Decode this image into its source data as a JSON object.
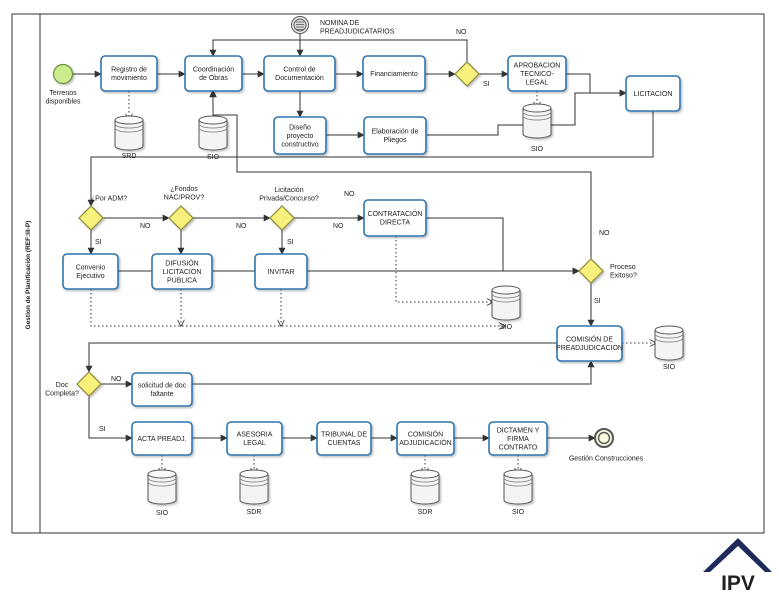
{
  "pool": {
    "lane_title": "Gestion de Planificación (REF:III-P)"
  },
  "events": {
    "start": {
      "label": [
        "Terrenos",
        "disponibles"
      ]
    },
    "message": {
      "label": [
        "NOMINA DE",
        "PREADJUDICATARIOS"
      ]
    },
    "end": {
      "label": [
        "Gestión Construcciones"
      ]
    }
  },
  "tasks": {
    "registro": [
      "Registro de",
      "movimiento"
    ],
    "coordinacion": [
      "Coordinación",
      "de Obras"
    ],
    "control": [
      "Control de",
      "Documentación"
    ],
    "financiamiento": [
      "Financiamiento"
    ],
    "aprobacion": [
      "APROBACION",
      "TECNICO-",
      "LEGAL"
    ],
    "licitacion": [
      "LICITACION"
    ],
    "diseno": [
      "Diseño",
      "proyecto",
      "constructivo"
    ],
    "elaboracion": [
      "Elaboración de",
      "Pliegos"
    ],
    "contratacion": [
      "CONTRATACIÓN",
      "DIRECTA"
    ],
    "convenio": [
      "Convenio",
      "Ejecutivo"
    ],
    "difusion": [
      "DIFUSIÓN",
      "LICITACION",
      "PÚBLICA"
    ],
    "invitar": [
      "INVITAR"
    ],
    "comision_pre": [
      "COMISIÓN DE",
      "PREADJUDICACION"
    ],
    "solicitud": [
      "solicitud de doc",
      "faltante"
    ],
    "acta": [
      "ACTA PREADJ."
    ],
    "asesoria": [
      "ASESORIA",
      "LEGAL"
    ],
    "tribunal": [
      "TRIBUNAL DE",
      "CUENTAS"
    ],
    "comision_adj": [
      "COMISIÓN",
      "ADJUDICACIÓN"
    ],
    "dictamen": [
      "DICTAMEN Y",
      "FIRMA",
      "CONTRATO"
    ]
  },
  "gateways": {
    "g_fin": {
      "label": []
    },
    "g_adm": {
      "label": [
        "¿Por ADM?"
      ]
    },
    "g_fondos": {
      "label": [
        "¿Fondos",
        "NAC/PROV?"
      ]
    },
    "g_lic": {
      "label": [
        "Licitación",
        "Privada/Concurso?"
      ]
    },
    "g_proc": {
      "label": [
        "Proceso",
        "Exitoso?"
      ]
    },
    "g_doc": {
      "label": [
        "Doc",
        "Completa?"
      ]
    }
  },
  "datastores": {
    "ds_srd": "SRD",
    "ds_sio1": "SIO",
    "ds_sio2": "SIO",
    "ds_sio3": "SIO",
    "ds_sio4": "SIO",
    "ds_sio5": "SIO",
    "ds_sdr1": "SDR",
    "ds_sdr2": "SDR",
    "ds_sio6": "SIO"
  },
  "flow_labels": {
    "si": "SI",
    "no": "NO"
  },
  "logo": {
    "text": "IPV"
  },
  "colors": {
    "task_stroke": "#2d74b0",
    "task_fill": "#ffffff",
    "gateway_fill": "#f7f07a",
    "gateway_stroke": "#8a8a3a",
    "start_fill": "#c9ec8e",
    "end_stroke": "#555555",
    "line": "#333333",
    "logo": "#1f2a5c"
  }
}
